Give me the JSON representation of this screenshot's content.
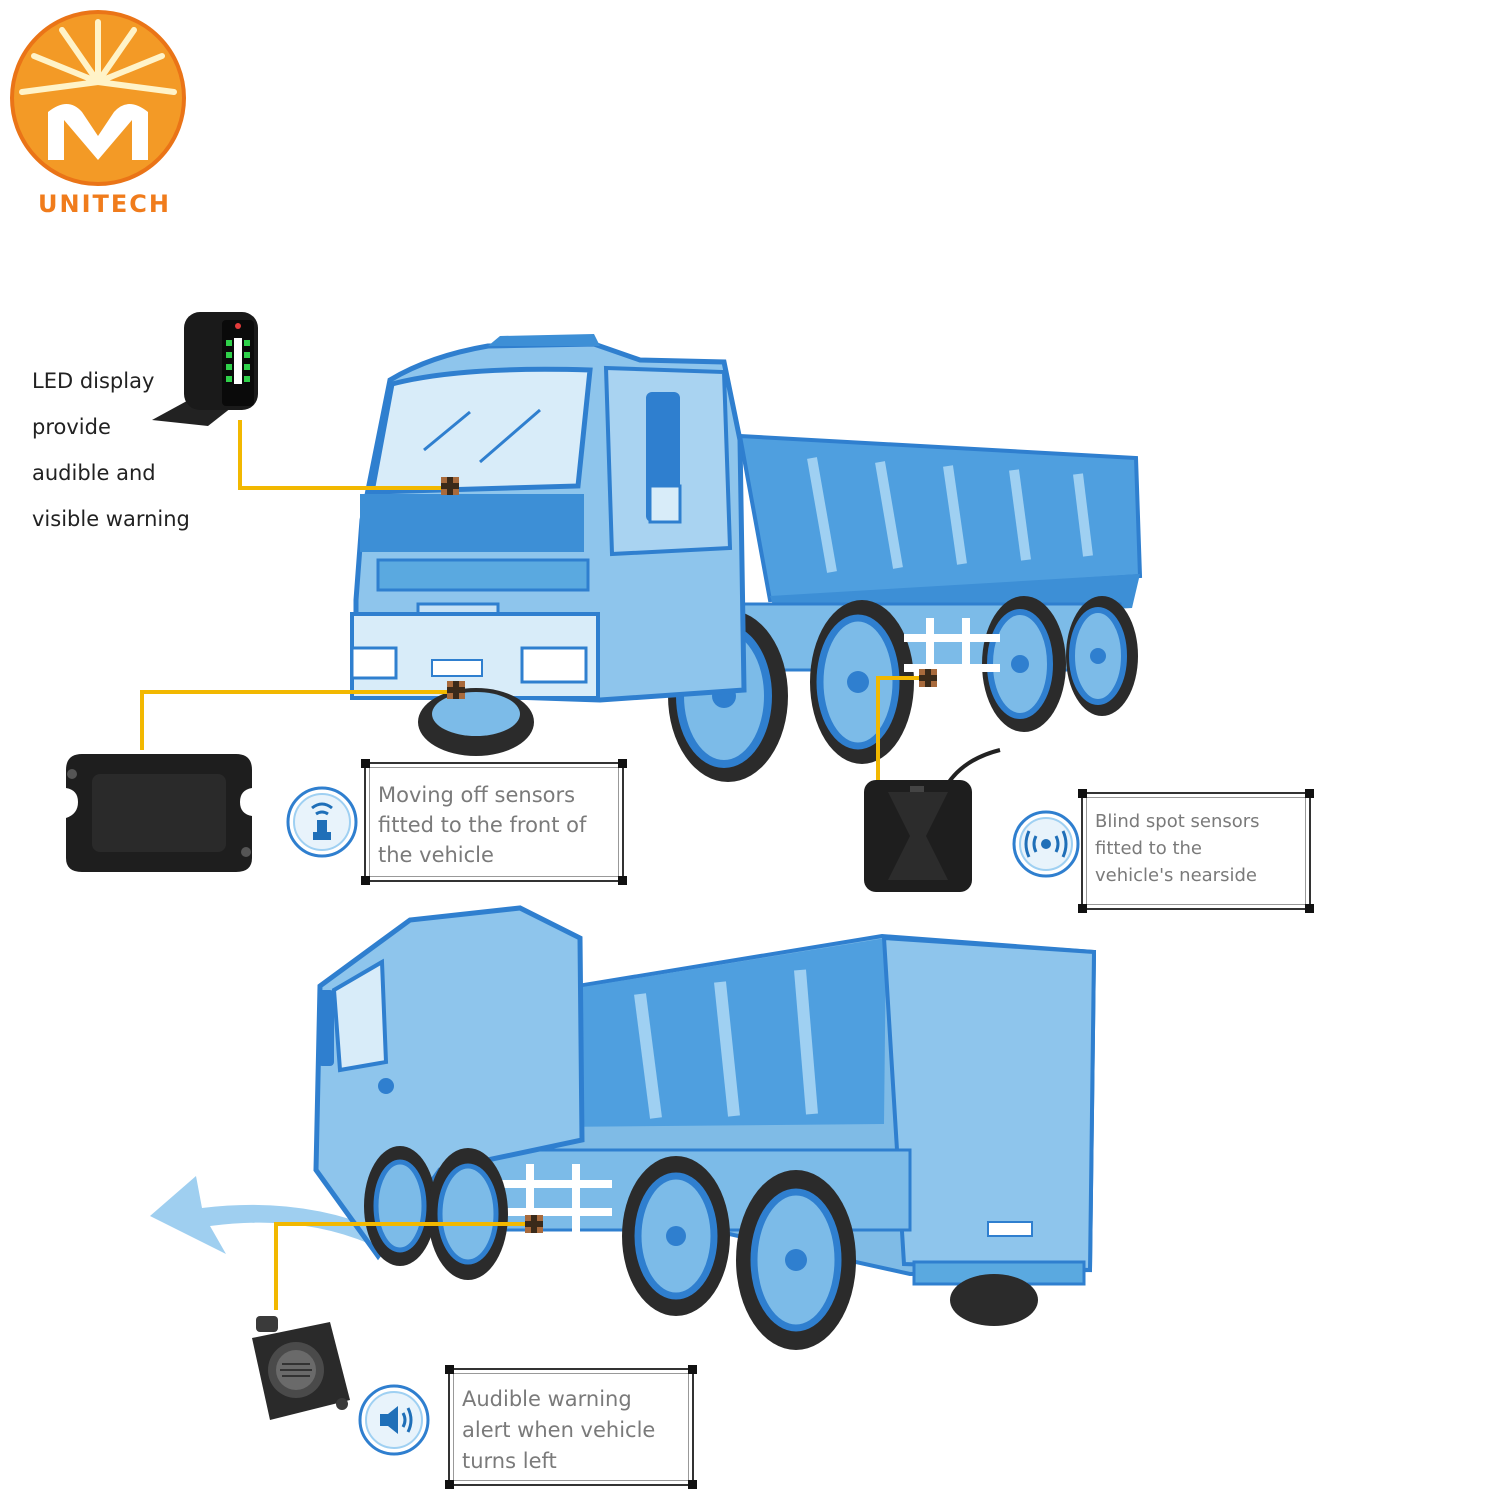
{
  "brand": {
    "name": "UNITECH"
  },
  "colors": {
    "brand": "#f07c1c",
    "truck": "#5aa9e0",
    "truck_dark": "#2f7fcf",
    "leader": "#f2b800",
    "device": "#1c1c1c"
  },
  "captions": {
    "led_display": [
      "LED display",
      "provide",
      "audible and",
      "visible warning"
    ],
    "moving_off": [
      "Moving off sensors",
      "fitted to the front of",
      "the vehicle"
    ],
    "blind_spot": [
      "Blind spot sensors",
      "fitted to the",
      "vehicle's nearside"
    ],
    "audible_alert": [
      "Audible warning",
      "alert when vehicle",
      "turns left"
    ]
  },
  "icons": {
    "moving_off": "wireless-sensor-icon",
    "blind_spot": "radar-signal-icon",
    "audible_alert": "speaker-icon"
  }
}
